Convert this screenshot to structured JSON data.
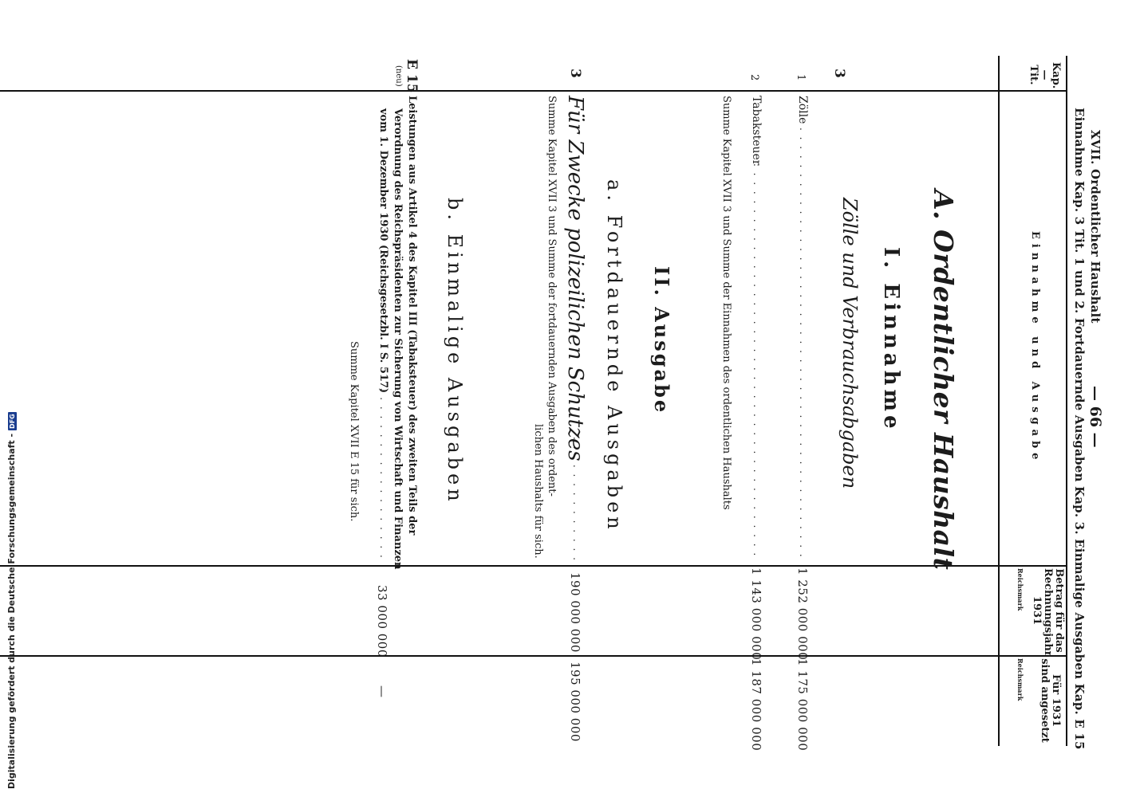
{
  "header": {
    "line1_left": "XVII. Ordentlicher Haushalt",
    "page_number": "— 66 —",
    "line2": "Einnahme Kap. 3 Tit. 1 und 2.   Fortdauernde Ausgaben Kap. 3.   Einmalige Ausgaben Kap. E 15"
  },
  "table_head": {
    "col1_a": "Kap.",
    "col1_b": "—",
    "col1_c": "Tit.",
    "col2": "Einnahme und Ausgabe",
    "col3_a": "Betrag für das",
    "col3_b": "Rechnungsjahr",
    "col3_c": "1931",
    "col3_unit": "Reichsmark",
    "col4_a": "Für 1931",
    "col4_b": "sind angesetzt",
    "col4_unit": "Reichsmark"
  },
  "section_a": {
    "title": "A. Ordentlicher Haushalt",
    "sub_i": "I. Einnahme",
    "sub_i_topic": "Zölle und Verbrauchsabgaben",
    "kap": "3",
    "rows": [
      {
        "num": "1",
        "label": "Zölle",
        "amount": "1 252 000 000",
        "prev": "1 175 000 000"
      },
      {
        "num": "2",
        "label": "Tabaksteuer",
        "amount": "1 143 000 000",
        "prev": "1 187 000 000"
      }
    ],
    "sum_label": "Summe Kapitel XVII 3 und Summe der Einnahmen des ordentlichen Haushalts"
  },
  "section_ii": {
    "title": "II. Ausgabe",
    "sub_a": "a. Fortdauernde Ausgaben",
    "kap": "3",
    "purpose": "Für Zwecke polizeilichen Schutzes",
    "purpose_amount": "190 000 000",
    "purpose_prev": "195 000 000",
    "sum_line1": "Summe Kapitel XVII 3 und Summe der fortdauernden Ausgaben des ordent-",
    "sum_line2": "lichen Haushalts für sich."
  },
  "section_b": {
    "title": "b. Einmalige Ausgaben",
    "kap": "E 15",
    "kap_note": "(neu)",
    "text_line1": "Leistungen aus Artikel 4 des Kapitel III (Tabaksteuer) des zweiten Teils der",
    "text_line2": "Verordnung des Reichspräsidenten zur Sicherung von Wirtschaft und Finanzen",
    "text_line3": "vom 1. Dezember 1930 (Reichsgesetzbl. I S. 517)",
    "amount": "33 000 000",
    "prev": "—",
    "sum_label": "Summe Kapitel XVII E 15 für sich."
  },
  "footer": {
    "text": "Digitalisierung gefördert durch die Deutsche Forschungsgemeinschaft -",
    "logo": "DFG"
  }
}
